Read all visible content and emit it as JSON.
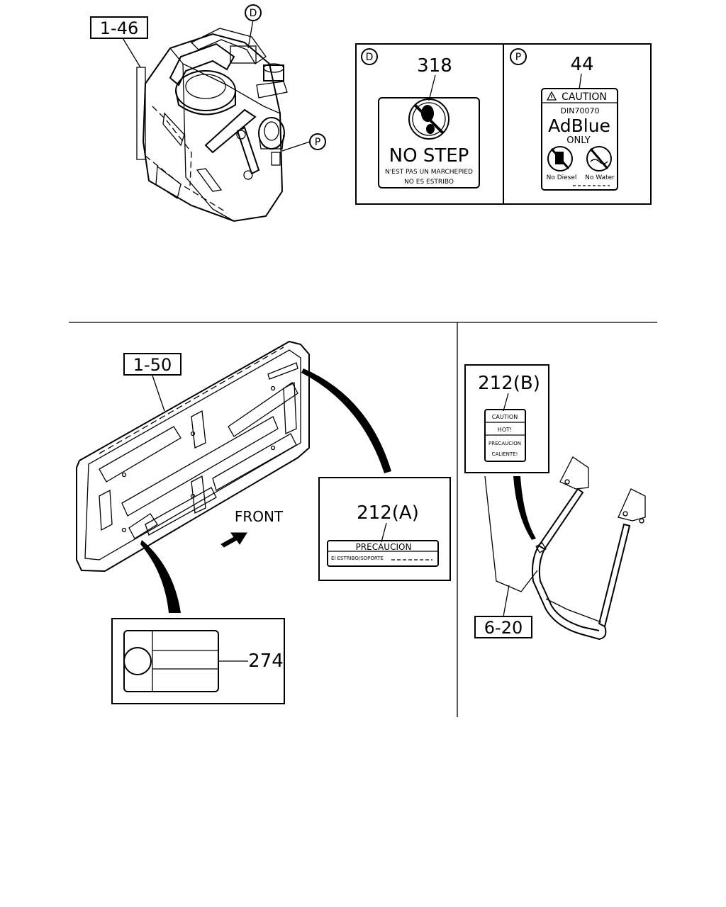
{
  "callouts": {
    "tank_ref": "1-46",
    "step_ref": "1-50",
    "bracket_ref": "6-20",
    "marker_d": "D",
    "marker_p": "P",
    "part_318": "318",
    "part_44": "44",
    "part_212a": "212(A)",
    "part_212b": "212(B)",
    "part_274": "274",
    "front": "FRONT"
  },
  "label_318": {
    "line1": "NO  STEP",
    "line2": "N'EST PAS UN MARCHEPIED",
    "line3": "NO ES ESTRIBO"
  },
  "label_44": {
    "header": "CAUTION",
    "code": "DIN70070",
    "product": "AdBlue",
    "only": "ONLY",
    "no_diesel": "No Diesel",
    "no_water": "No Water"
  },
  "label_212a": {
    "title": "PRECAUCION",
    "text": "El ESTRIBO/SOPORTE"
  },
  "label_212b": {
    "l1": "CAUTION",
    "l2": "HOT!",
    "l3": "PRECAUCION",
    "l4": "CALIENTE!"
  }
}
